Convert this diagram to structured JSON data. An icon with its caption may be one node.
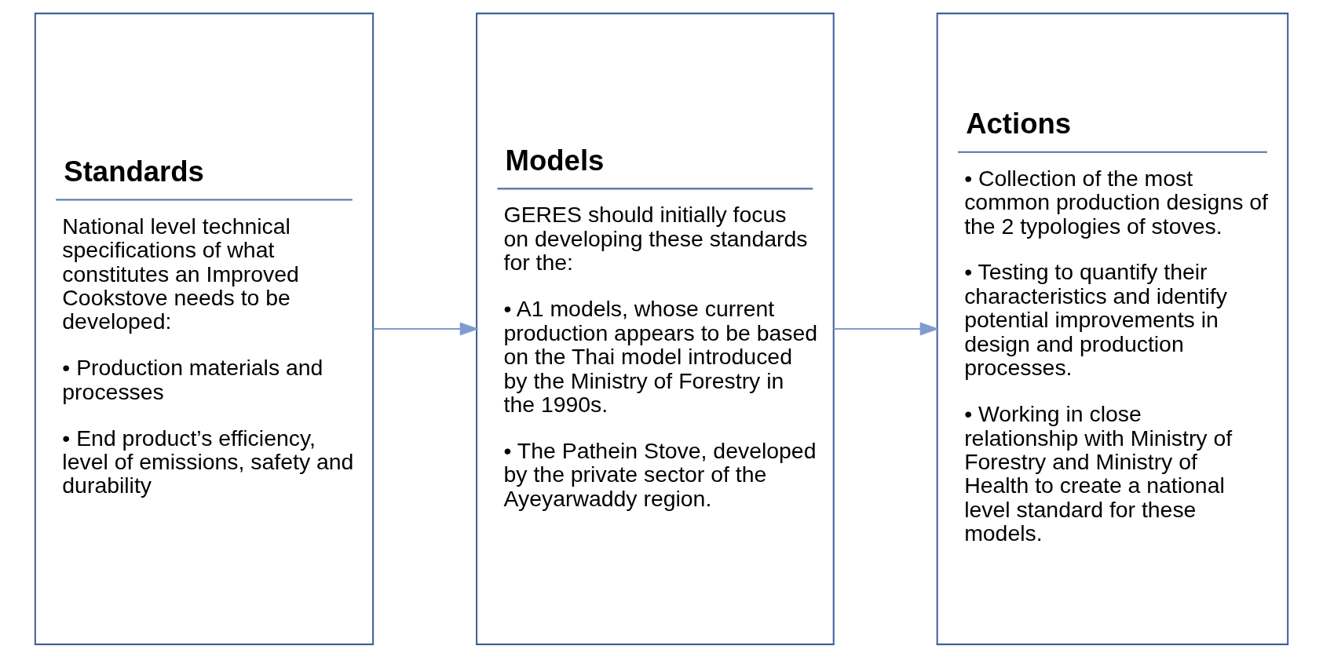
{
  "diagram": {
    "nodes": [
      {
        "text": [
          "Standards",
          "National level technical specifications of what constitutes an Improved Cookstove needs to be developed:",
          "• Production materials and processes",
          "• End product’s efficiency, level of emissions, safety and durability"
        ]
      },
      {
        "text": [
          "Models",
          "GERES should initially focus on developing these standards for the:",
          "• A1 models, whose current production appears to be based on the Thai model introduced by the Ministry of Forestry in the 1990s.",
          "• The Pathein Stove, developed by the private sector of the Ayeyarwaddy region."
        ]
      },
      {
        "text": [
          "Actions",
          "• Collection of the most common production designs of the 2 typologies of stoves.",
          "• Testing to quantify their characteristics and identify potential improvements in design and production processes.",
          "• Working in close relationship with Ministry of Forestry and Ministry of Health to create a national level standard for these models."
        ]
      }
    ],
    "edges": [
      {
        "from": 0,
        "to": 1,
        "arrow": "to"
      },
      {
        "from": 1,
        "to": 2,
        "arrow": "to"
      }
    ]
  }
}
